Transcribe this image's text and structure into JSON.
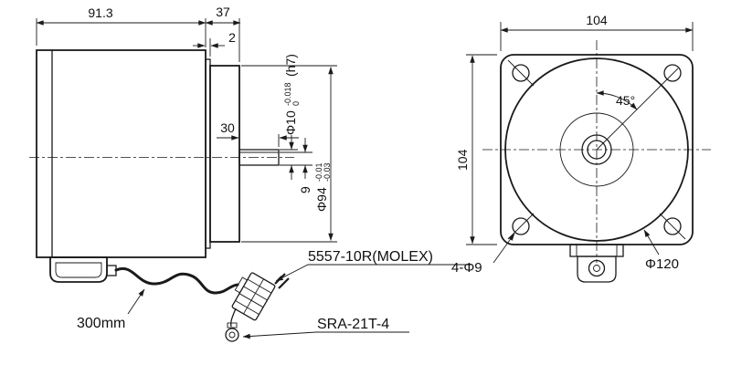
{
  "colors": {
    "line": "#1a1a1a",
    "background": "#ffffff"
  },
  "side_view": {
    "dims": {
      "body_length": "91.3",
      "front_length": "37",
      "step": "2",
      "shaft_length": "30",
      "shaft_flat": "9"
    },
    "shaft_dia": {
      "main": "Φ10",
      "upper": "-0.018",
      "lower": "0",
      "suffix": "(h7)"
    },
    "pilot_dia": {
      "main": "Φ94",
      "upper": "-0.01",
      "lower": "-0.03"
    },
    "labels": {
      "cable_length": "300mm",
      "connector": "5557-10R(MOLEX)",
      "terminal": "SRA-21T-4"
    }
  },
  "front_view": {
    "dims": {
      "width": "104",
      "height": "104",
      "angle": "45°",
      "holes": "4-Φ9",
      "outer_dia": "Φ120"
    }
  }
}
